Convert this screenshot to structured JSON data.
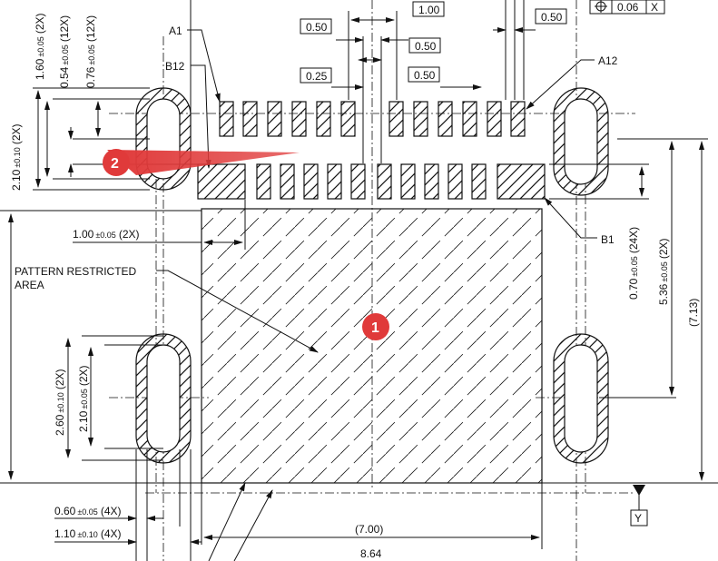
{
  "dims": {
    "d160": {
      "main": "1.60",
      "tol": "±0.05",
      "suffix": "(2X)"
    },
    "d054": {
      "main": "0.54",
      "tol": "±0.05",
      "suffix": "(12X)"
    },
    "d076": {
      "main": "0.76",
      "tol": "±0.05",
      "suffix": "(12X)"
    },
    "d210a": {
      "main": "2.10",
      "tol": "±0.10",
      "suffix": "(2X)"
    },
    "d100": {
      "main": "1.00",
      "tol": "±0.05",
      "suffix": "(2X)"
    },
    "d260": {
      "main": "2.60",
      "tol": "±0.10",
      "suffix": "(2X)"
    },
    "d210b": {
      "main": "2.10",
      "tol": "±0.05",
      "suffix": "(2X)"
    },
    "d060": {
      "main": "0.60",
      "tol": "±0.05",
      "suffix": "(4X)"
    },
    "d110": {
      "main": "1.10",
      "tol": "±0.10",
      "suffix": "(4X)"
    },
    "d070": {
      "main": "0.70",
      "tol": "±0.05",
      "suffix": "(24X)"
    },
    "d536": {
      "main": "5.36",
      "tol": "±0.05",
      "suffix": "(2X)"
    },
    "d713": "(7.13)",
    "d700": "(7.00)",
    "d864": "8.64"
  },
  "boxes": {
    "b100": "1.00",
    "b050a": "0.50",
    "b050b": "0.50",
    "b050c": "0.50",
    "b050d": "0.50",
    "b025": "0.25"
  },
  "labels": {
    "a1": "A1",
    "b12": "B12",
    "a12": "A12",
    "b1": "B1",
    "pattern1": "PATTERN RESTRICTED",
    "pattern2": "AREA"
  },
  "fcf": {
    "tol": "0.06",
    "datum": "X"
  },
  "datum_y": "Y",
  "markers": {
    "m1": "1",
    "m2": "2"
  },
  "colors": {
    "marker": "#e03a3a",
    "ink": "#111111"
  }
}
